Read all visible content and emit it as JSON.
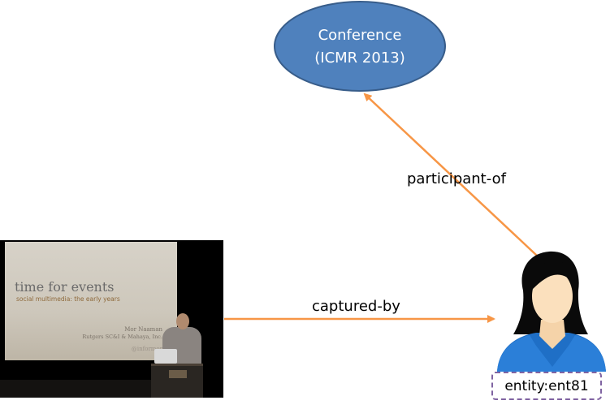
{
  "nodes": {
    "conference": {
      "line1": "Conference",
      "line2": "(ICMR 2013)",
      "fill": "#4f81bd",
      "stroke": "#385d8a"
    },
    "entity": {
      "label": "entity:ent81",
      "border_color": "#8064a2"
    },
    "photo": {
      "slide_title": "time for events",
      "slide_subtitle": "social multimedia: the early years",
      "slide_author": "Mor Naaman",
      "slide_affiliation": "Rutgers SC&I & Mahaya, Inc.",
      "slide_handle": "@informor"
    },
    "person": {
      "icon": "person-avatar-icon"
    }
  },
  "edges": {
    "participant_of": {
      "label": "participant-of",
      "color": "#f79646"
    },
    "captured_by": {
      "label": "captured-by",
      "color": "#f79646"
    }
  }
}
